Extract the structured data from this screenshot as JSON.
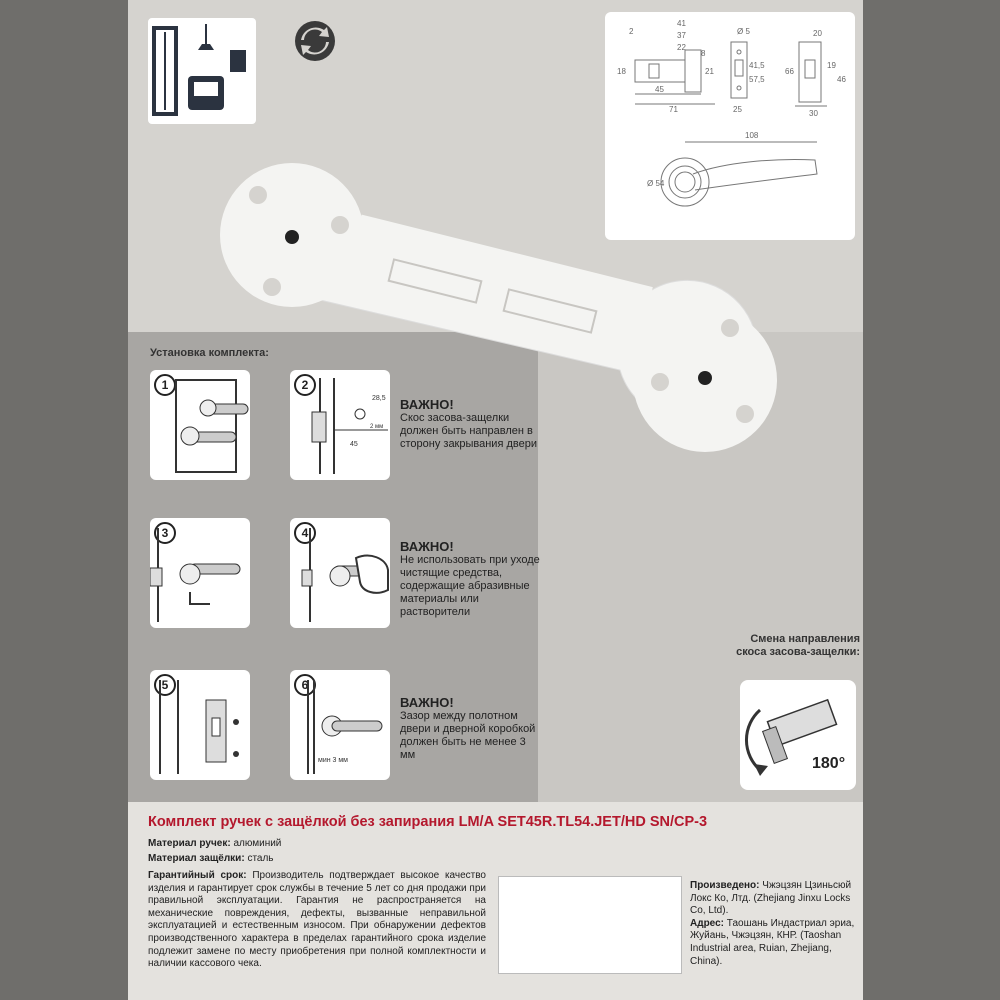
{
  "install": {
    "title": "Установка комплекта:",
    "steps": [
      "1",
      "2",
      "3",
      "4",
      "5",
      "6"
    ],
    "dim_a": "28,5",
    "dim_b": "45",
    "dim_c": "2 мм",
    "gap_label": "мин 3 мм"
  },
  "notes": [
    {
      "heading": "ВАЖНО!",
      "text": "Скос засова-защелки должен быть направлен в сторону закрывания двери"
    },
    {
      "heading": "ВАЖНО!",
      "text": "Не использовать при уходе чистящие средства, содержащие абразивные материалы или растворители"
    },
    {
      "heading": "ВАЖНО!",
      "text": "Зазор между полотном двери и дверной коробкой должен быть не менее 3 мм"
    }
  ],
  "latch_change": {
    "title": "Смена направления скоса засова-защелки:",
    "angle": "180°"
  },
  "drawing": {
    "dims": [
      "2",
      "41",
      "37",
      "22",
      "8",
      "18",
      "45",
      "71",
      "21",
      "25",
      "41,5",
      "57,5",
      "20",
      "19",
      "66",
      "46",
      "30",
      "108",
      "Ø 54",
      "Ø 5"
    ]
  },
  "product": {
    "title": "Комплект ручек с защёлкой без запирания LM/A SET45R.TL54.JET/HD SN/CP-3",
    "handle_material_label": "Материал ручек:",
    "handle_material": "алюминий",
    "latch_material_label": "Материал защёлки:",
    "latch_material": "сталь",
    "warranty_label": "Гарантийный срок:",
    "warranty_text": "Производитель подтверждает высокое качество изделия и гарантирует срок службы в течение 5 лет со дня продажи при правильной эксплуатации. Гарантия не распространяется на механические повреждения, дефекты, вызванные неправильной эксплуатацией и естественным износом. При обнаружении дефектов производственного характера в пределах гарантийного срока изделие подлежит замене по месту приобретения при полной комплектности и наличии кассового чека.",
    "made_label": "Произведено:",
    "made_text": "Чжэцзян Цзиньсюй Локс Ко, Лтд. (Zhejiang Jinxu Locks Co, Ltd).",
    "address_label": "Адрес:",
    "address_text": "Таошань Индастриал эриа, Жуйань, Чжэцзян, КНР. (Taoshan Industrial area, Ruian, Zhejiang, China)."
  },
  "colors": {
    "accent": "#b4182d",
    "panel": "#a8a6a3",
    "card": "#d5d3cf"
  }
}
